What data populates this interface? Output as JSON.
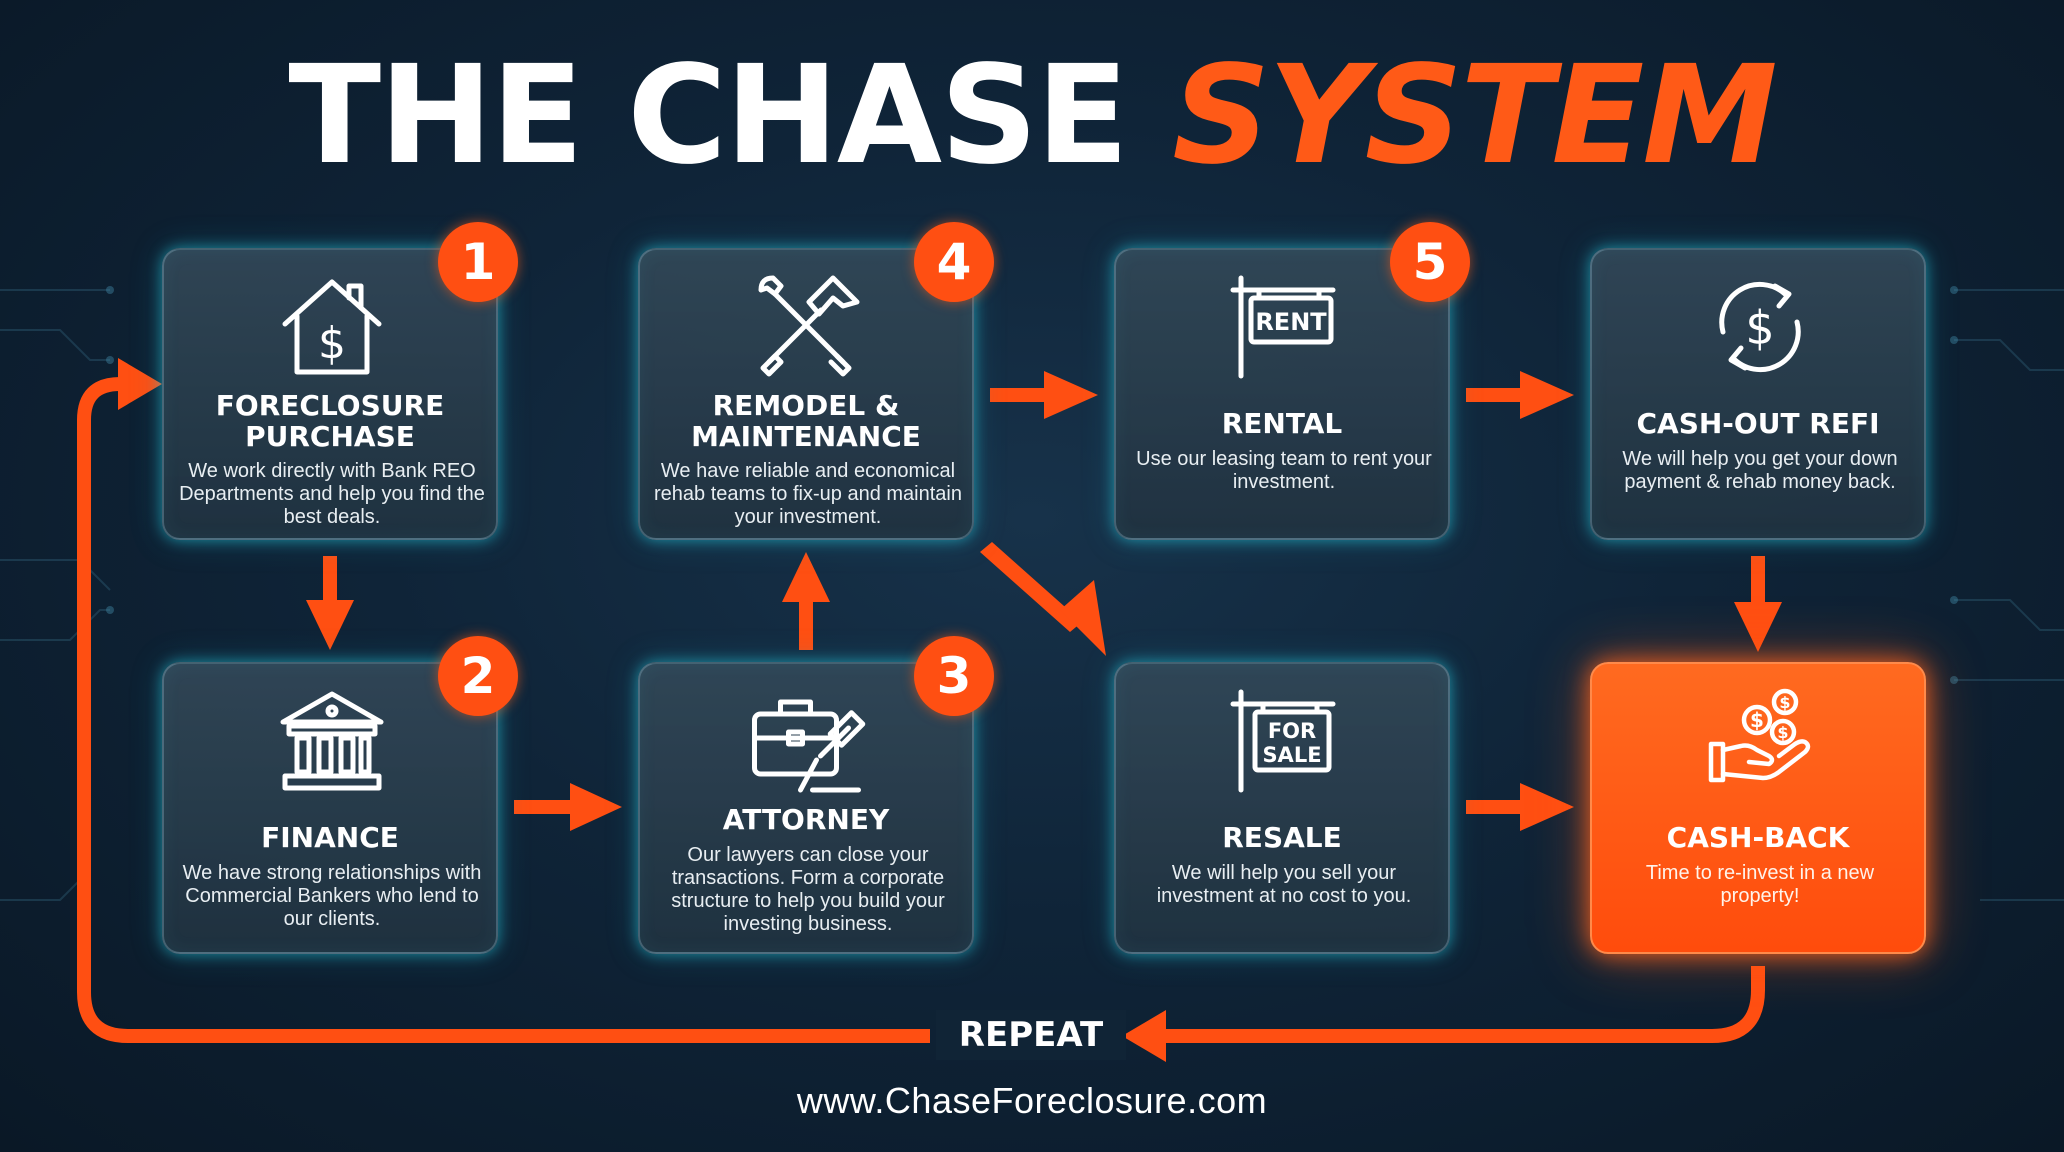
{
  "title": {
    "part1": "THE CHASE ",
    "part2": "SYSTEM"
  },
  "accent_color": "#ff5a17",
  "glow_color": "#2fd3e6",
  "steps": [
    {
      "badge": "1",
      "title": "FORECLOSURE\nPURCHASE",
      "desc": "We work directly with Bank REO Departments and help you find the best deals.",
      "icon": "house-dollar-icon"
    },
    {
      "badge": "2",
      "title": "FINANCE",
      "desc": "We have strong relationships with Commercial Bankers who lend to our clients.",
      "icon": "bank-icon"
    },
    {
      "badge": "3",
      "title": "ATTORNEY",
      "desc": "Our lawyers can close your transactions. Form a corporate structure to help you build your investing business.",
      "icon": "briefcase-gavel-icon"
    },
    {
      "badge": "4",
      "title": "REMODEL &\nMAINTENANCE",
      "desc": "We have reliable and economical rehab teams to fix-up and maintain your investment.",
      "icon": "wrench-hammer-icon"
    },
    {
      "badge": "5",
      "title": "RENTAL",
      "desc": "Use our leasing team to rent your investment.",
      "icon": "rent-sign-icon",
      "sign_text": "RENT"
    },
    {
      "title": "CASH-OUT REFI",
      "desc": "We will help you get your down payment & rehab money back.",
      "icon": "dollar-cycle-icon"
    },
    {
      "title": "RESALE",
      "desc": "We will help you sell your investment at no cost to you.",
      "icon": "for-sale-sign-icon",
      "sign_text": "FOR\nSALE"
    },
    {
      "title": "CASH-BACK",
      "desc": "Time to re-invest in a new property!",
      "icon": "hand-coins-icon"
    }
  ],
  "repeat_label": "REPEAT",
  "website": "www.ChaseForeclosure.com"
}
